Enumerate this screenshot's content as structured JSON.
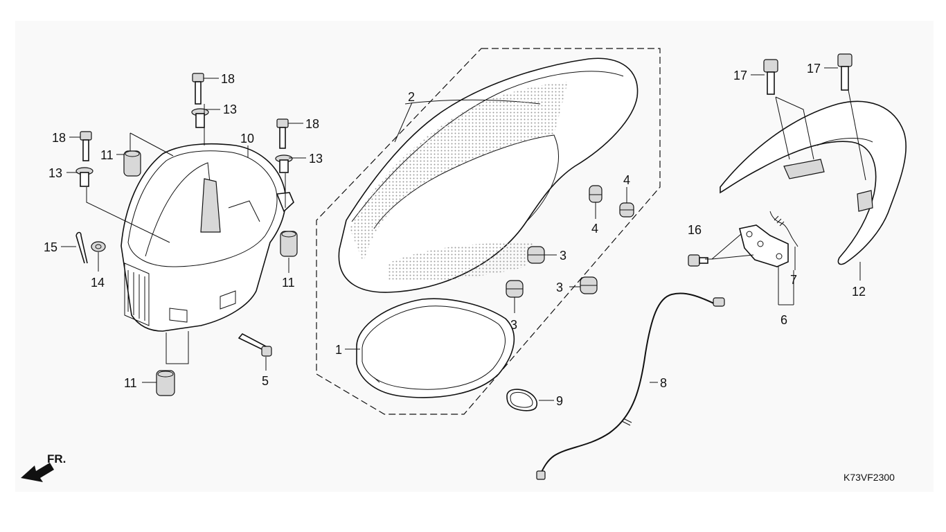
{
  "diagram": {
    "code": "K73VF2300",
    "front_label": "FR.",
    "callouts": {
      "c1": "1",
      "c2": "2",
      "c3a": "3",
      "c3b": "3",
      "c3c": "3",
      "c4a": "4",
      "c4b": "4",
      "c5": "5",
      "c6": "6",
      "c7": "7",
      "c8": "8",
      "c9": "9",
      "c10": "10",
      "c11a": "11",
      "c11b": "11",
      "c11c": "11",
      "c12": "12",
      "c13a": "13",
      "c13b": "13",
      "c13c": "13",
      "c14": "14",
      "c15": "15",
      "c16": "16",
      "c17a": "17",
      "c17b": "17",
      "c18a": "18",
      "c18b": "18",
      "c18c": "18"
    }
  }
}
